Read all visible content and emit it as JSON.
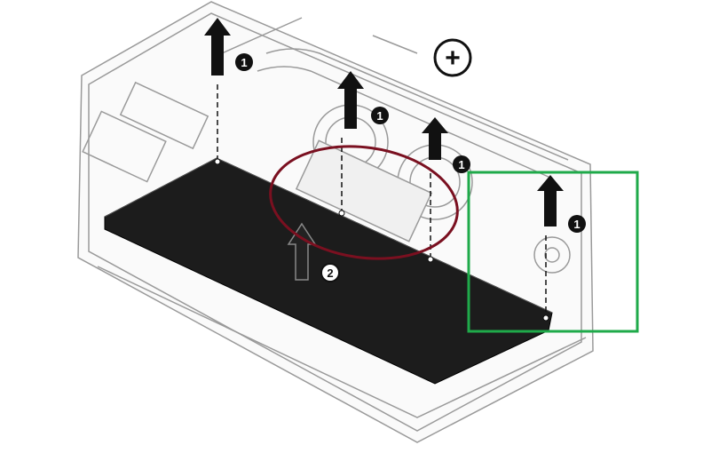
{
  "diagram": {
    "callouts": [
      {
        "label": "1"
      },
      {
        "label": "1"
      },
      {
        "label": "1"
      },
      {
        "label": "1"
      },
      {
        "label": "2"
      }
    ],
    "plus_symbol": "+",
    "colors": {
      "battery": "#1c1c1c",
      "chassis_line": "#9a9a9a",
      "highlight_ellipse": "#7a1020",
      "highlight_box": "#1faa4a",
      "arrow": "#111111"
    }
  }
}
